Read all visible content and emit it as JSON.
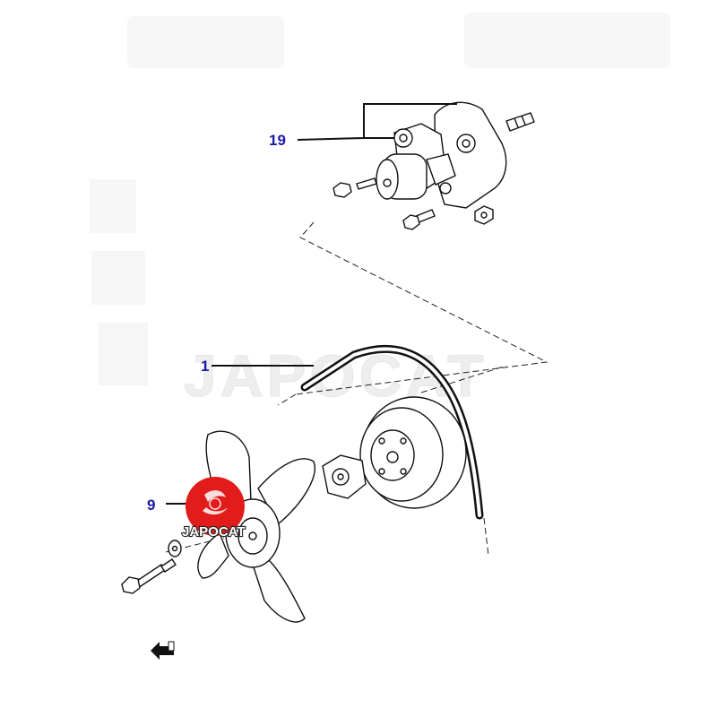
{
  "colors": {
    "callout_text": "#1a1aa6",
    "line": "#111111",
    "watermark": "#e9e9e9",
    "logo_red": "#e21b1b"
  },
  "callouts": [
    {
      "label": "19",
      "part": "water-pump-assembly"
    },
    {
      "label": "1",
      "part": "v-belt"
    },
    {
      "label": "9",
      "part": "cooling-fan"
    }
  ],
  "watermark": {
    "text": "JAPOCAT"
  },
  "logo": {
    "text": "JAPOCAT",
    "icon": "seal-emblem"
  },
  "icons": [
    "front-direction-arrow-icon"
  ]
}
